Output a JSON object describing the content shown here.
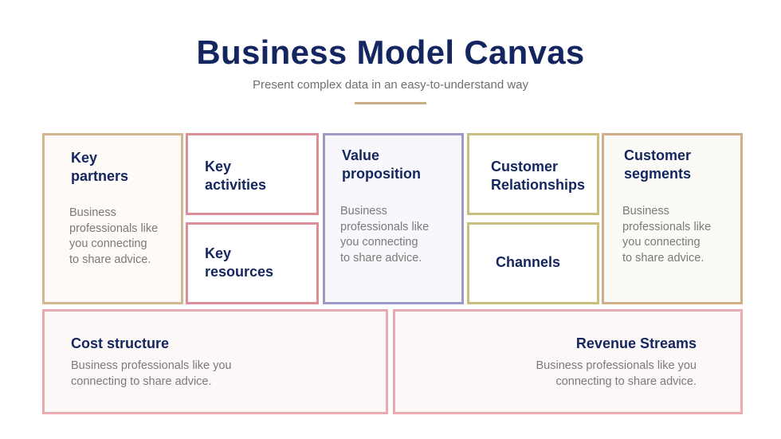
{
  "header": {
    "title": "Business Model Canvas",
    "subtitle": "Present complex data in an easy-to-understand way"
  },
  "canvas": {
    "key_partners": {
      "title": "Key\npartners",
      "text": "Business\nprofessionals like\nyou connecting\nto share advice."
    },
    "key_activities": {
      "title": "Key\nactivities"
    },
    "key_resources": {
      "title": "Key\nresources"
    },
    "value_proposition": {
      "title": "Value\nproposition",
      "text": "Business\nprofessionals like\nyou connecting\nto share advice."
    },
    "customer_relationships": {
      "title": "Customer\nRelationships"
    },
    "channels": {
      "title": "Channels"
    },
    "customer_segments": {
      "title": "Customer\nsegments",
      "text": "Business\nprofessionals like\nyou connecting\nto share advice."
    },
    "cost_structure": {
      "title": "Cost structure",
      "text": "Business professionals like you\nconnecting to share advice."
    },
    "revenue_streams": {
      "title": "Revenue Streams",
      "text": "Business professionals like you\nconnecting to share advice."
    }
  },
  "colors": {
    "title": "#14265f",
    "divider": "#c9ad85",
    "tan_border": "#d4b690",
    "pink_border": "#dc8f98",
    "lavender_border": "#9b9bc5",
    "olive_border": "#cabd80",
    "rose_border": "#e9aab0"
  }
}
